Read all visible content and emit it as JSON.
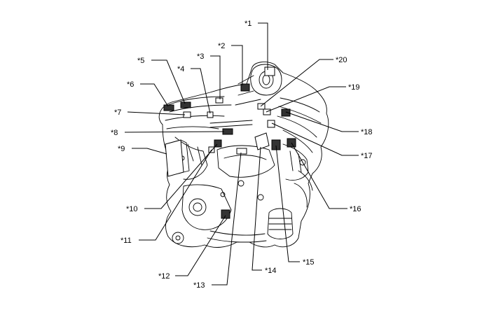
{
  "diagram": {
    "callouts": [
      {
        "id": "1",
        "label": "*1"
      },
      {
        "id": "2",
        "label": "*2"
      },
      {
        "id": "3",
        "label": "*3"
      },
      {
        "id": "4",
        "label": "*4"
      },
      {
        "id": "5",
        "label": "*5"
      },
      {
        "id": "6",
        "label": "*6"
      },
      {
        "id": "7",
        "label": "*7"
      },
      {
        "id": "8",
        "label": "*8"
      },
      {
        "id": "9",
        "label": "*9"
      },
      {
        "id": "10",
        "label": "*10"
      },
      {
        "id": "11",
        "label": "*11"
      },
      {
        "id": "12",
        "label": "*12"
      },
      {
        "id": "13",
        "label": "*13"
      },
      {
        "id": "14",
        "label": "*14"
      },
      {
        "id": "15",
        "label": "*15"
      },
      {
        "id": "16",
        "label": "*16"
      },
      {
        "id": "17",
        "label": "*17"
      },
      {
        "id": "18",
        "label": "*18"
      },
      {
        "id": "19",
        "label": "*19"
      },
      {
        "id": "20",
        "label": "*20"
      }
    ]
  }
}
